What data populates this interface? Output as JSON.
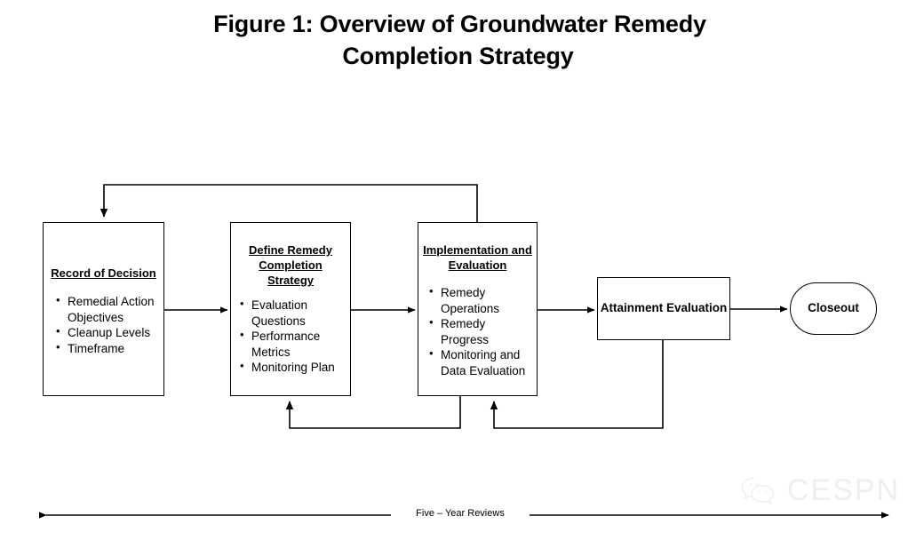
{
  "figure": {
    "title_line_1": "Figure 1:  Overview of Groundwater Remedy",
    "title_line_2": "Completion Strategy"
  },
  "nodes": {
    "record_of_decision": {
      "heading": "Record of Decision",
      "items": [
        "Remedial Action Objectives",
        "Cleanup Levels",
        "Timeframe"
      ]
    },
    "define_remedy": {
      "heading": "Define Remedy Completion Strategy",
      "items": [
        "Evaluation Questions",
        "Performance Metrics",
        "Monitoring Plan"
      ]
    },
    "implementation": {
      "heading": "Implementation and Evaluation",
      "items": [
        "Remedy Operations",
        "Remedy Progress",
        "Monitoring and Data Evaluation"
      ]
    },
    "attainment": {
      "label": "Attainment Evaluation"
    },
    "closeout": {
      "label": "Closeout"
    }
  },
  "annotations": {
    "five_year_reviews": "Five – Year Reviews"
  },
  "watermark": {
    "text": "CESPN",
    "logo": "wechat-bubbles-icon"
  },
  "colors": {
    "stroke": "#000000",
    "background": "#ffffff",
    "watermark": "#9a9a9a"
  },
  "chart_data": {
    "type": "diagram",
    "title": "Figure 1:  Overview of Groundwater Remedy Completion Strategy",
    "nodes": [
      {
        "id": "record_of_decision",
        "shape": "rect",
        "label": "Record of Decision"
      },
      {
        "id": "define_remedy",
        "shape": "rect",
        "label": "Define Remedy Completion Strategy"
      },
      {
        "id": "implementation",
        "shape": "rect",
        "label": "Implementation and Evaluation"
      },
      {
        "id": "attainment",
        "shape": "rect",
        "label": "Attainment Evaluation"
      },
      {
        "id": "closeout",
        "shape": "stadium",
        "label": "Closeout"
      }
    ],
    "edges": [
      {
        "from": "record_of_decision",
        "to": "define_remedy",
        "style": "arrow"
      },
      {
        "from": "define_remedy",
        "to": "implementation",
        "style": "arrow"
      },
      {
        "from": "implementation",
        "to": "attainment",
        "style": "arrow"
      },
      {
        "from": "attainment",
        "to": "closeout",
        "style": "arrow"
      },
      {
        "from": "implementation",
        "to": "record_of_decision",
        "style": "feedback-top"
      },
      {
        "from": "implementation",
        "to": "define_remedy",
        "style": "feedback-bottom"
      },
      {
        "from": "attainment",
        "to": "implementation",
        "style": "feedback-bottom"
      }
    ],
    "annotation_axis": {
      "label": "Five – Year Reviews",
      "style": "double-headed-arrow"
    }
  }
}
